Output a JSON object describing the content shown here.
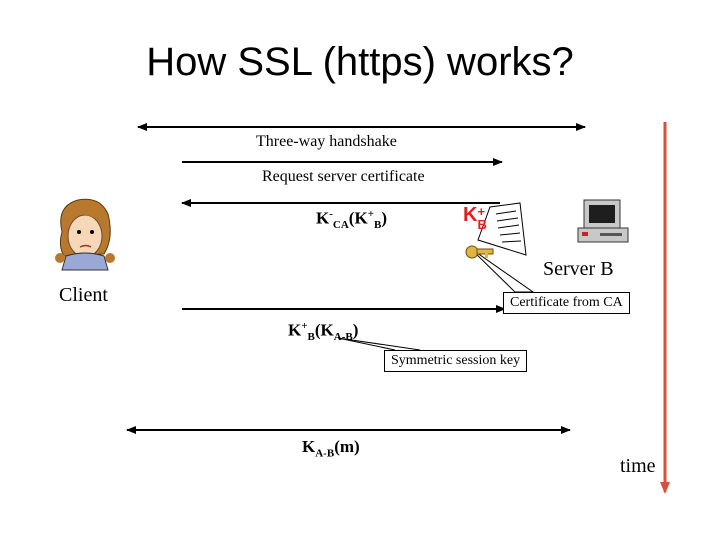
{
  "title": "How SSL (https) works?",
  "parties": {
    "client": "Client",
    "server": "Server B"
  },
  "messages": {
    "handshake": "Three-way handshake",
    "request_cert": "Request server certificate"
  },
  "formulas": {
    "cert_sent": {
      "K": "K",
      "sup1": "-",
      "sub1": "CA",
      "open": "(K",
      "sup2": "+",
      "sub2": "B",
      "close": ")"
    },
    "key_sent": {
      "K": "K",
      "sup1": "+",
      "sub1": "B",
      "open": "(K",
      "sub2": "A-B",
      "close": ")"
    },
    "data_sent": {
      "K": "K",
      "sub1": "A-B",
      "rest": "(m)"
    }
  },
  "key_icon": {
    "K": "K",
    "sup": "+",
    "sub": "B"
  },
  "callouts": {
    "certificate": "Certificate from CA",
    "session_key": "Symmetric session key"
  },
  "time_label": "time",
  "colors": {
    "time_axis": "#d94f3d",
    "key_icon": "#e02020"
  },
  "icons": {
    "client": "client-woman-icon",
    "server": "computer-icon",
    "certificate": "certificate-key-icon"
  }
}
